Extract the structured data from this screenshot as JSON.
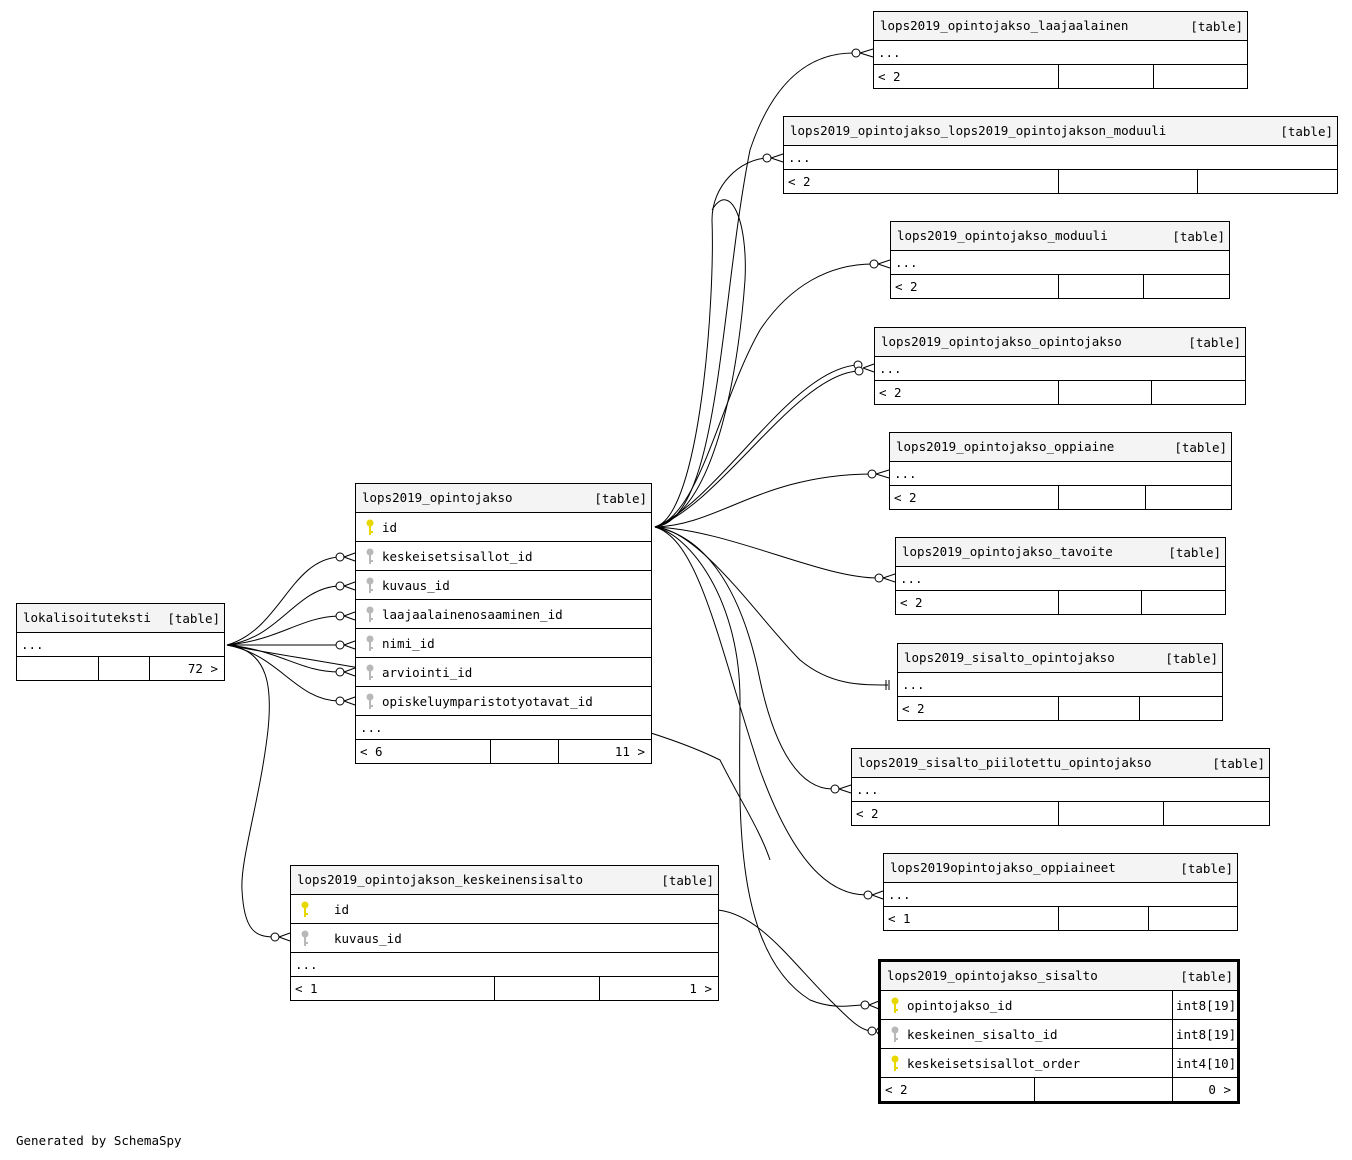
{
  "footer_text": "Generated by SchemaSpy",
  "colors": {
    "primary_key": "#e8d800",
    "foreign_key": "#b8b8b8"
  },
  "tables": {
    "laajaalainen": {
      "name": "lops2019_opintojakso_laajaalainen",
      "kind": "[table]",
      "ellipsis": "...",
      "parents": "< 2"
    },
    "moduuli_link": {
      "name": "lops2019_opintojakso_lops2019_opintojakson_moduuli",
      "kind": "[table]",
      "ellipsis": "...",
      "parents": "< 2"
    },
    "moduuli": {
      "name": "lops2019_opintojakso_moduuli",
      "kind": "[table]",
      "ellipsis": "...",
      "parents": "< 2"
    },
    "opintojakso_oj": {
      "name": "lops2019_opintojakso_opintojakso",
      "kind": "[table]",
      "ellipsis": "...",
      "parents": "< 2"
    },
    "oppiaine": {
      "name": "lops2019_opintojakso_oppiaine",
      "kind": "[table]",
      "ellipsis": "...",
      "parents": "< 2"
    },
    "tavoite": {
      "name": "lops2019_opintojakso_tavoite",
      "kind": "[table]",
      "ellipsis": "...",
      "parents": "< 2"
    },
    "sisalto_oj": {
      "name": "lops2019_sisalto_opintojakso",
      "kind": "[table]",
      "ellipsis": "...",
      "parents": "< 2"
    },
    "piilotettu": {
      "name": "lops2019_sisalto_piilotettu_opintojakso",
      "kind": "[table]",
      "ellipsis": "...",
      "parents": "< 2"
    },
    "oppiaineet": {
      "name": "lops2019opintojakso_oppiaineet",
      "kind": "[table]",
      "ellipsis": "...",
      "parents": "< 1"
    },
    "lokalisoituteksti": {
      "name": "lokalisoituteksti",
      "kind": "[table]",
      "ellipsis": "...",
      "children": "72 >"
    },
    "opintojakso": {
      "name": "lops2019_opintojakso",
      "kind": "[table]",
      "columns": [
        {
          "name": "id",
          "key": "pk"
        },
        {
          "name": "keskeisetsisallot_id",
          "key": "fk"
        },
        {
          "name": "kuvaus_id",
          "key": "fk"
        },
        {
          "name": "laajaalainenosaaminen_id",
          "key": "fk"
        },
        {
          "name": "nimi_id",
          "key": "fk"
        },
        {
          "name": "arviointi_id",
          "key": "fk"
        },
        {
          "name": "opiskeluymparistotyotavat_id",
          "key": "fk"
        }
      ],
      "ellipsis": "...",
      "parents": "< 6",
      "children": "11 >"
    },
    "keskeinensisalto": {
      "name": "lops2019_opintojakson_keskeinensisalto",
      "kind": "[table]",
      "columns": [
        {
          "name": "id",
          "key": "pk"
        },
        {
          "name": "kuvaus_id",
          "key": "fk"
        }
      ],
      "ellipsis": "...",
      "parents": "< 1",
      "children": "1 >"
    },
    "sisalto": {
      "name": "lops2019_opintojakso_sisalto",
      "kind": "[table]",
      "columns": [
        {
          "name": "opintojakso_id",
          "key": "pk",
          "type": "int8[19]"
        },
        {
          "name": "keskeinen_sisalto_id",
          "key": "fk",
          "type": "int8[19]"
        },
        {
          "name": "keskeisetsisallot_order",
          "key": "pk",
          "type": "int4[10]"
        }
      ],
      "parents": "< 2",
      "children": "0 >"
    }
  }
}
